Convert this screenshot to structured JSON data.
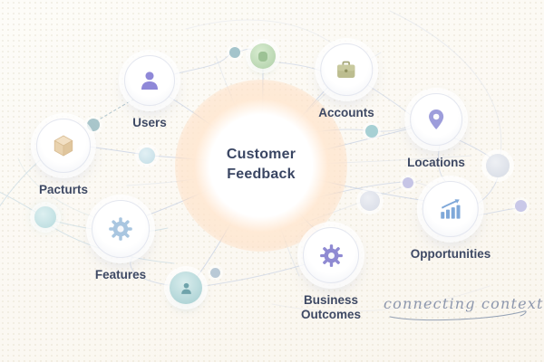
{
  "center": {
    "label": "Customer Feedback"
  },
  "nodes": [
    {
      "id": "users",
      "label": "Users",
      "icon": "person-icon",
      "color": "#8f88d8"
    },
    {
      "id": "products",
      "label": "Pacturts",
      "icon": "cube-icon",
      "color": "#e6cba6"
    },
    {
      "id": "features",
      "label": "Features",
      "icon": "gear-icon",
      "color": "#a9c6e0"
    },
    {
      "id": "accounts",
      "label": "Accounts",
      "icon": "briefcase-icon",
      "color": "#bcbd8f"
    },
    {
      "id": "locations",
      "label": "Locations",
      "icon": "map-pin-icon",
      "color": "#9d9ddb"
    },
    {
      "id": "opportunities",
      "label": "Opportunities",
      "icon": "bar-chart-icon",
      "color": "#7fa8d9"
    },
    {
      "id": "business_outcomes",
      "label": "Business Outcomes",
      "icon": "gear-icon",
      "color": "#8f8ad2"
    }
  ],
  "decorations": [
    {
      "id": "green-bubble",
      "icon": "blob-icon",
      "color": "#aecfa7"
    },
    {
      "id": "teal-avatar",
      "icon": "person-icon",
      "color": "#72a9b0"
    }
  ],
  "signature": {
    "text": "connecting context",
    "color": "#8d97ad"
  },
  "colors": {
    "background": "#fbf8f2",
    "line": "#bfcbe2",
    "line_teal": "#ccdde4",
    "center_glow": "#ffddbf",
    "text": "#3e4964"
  }
}
